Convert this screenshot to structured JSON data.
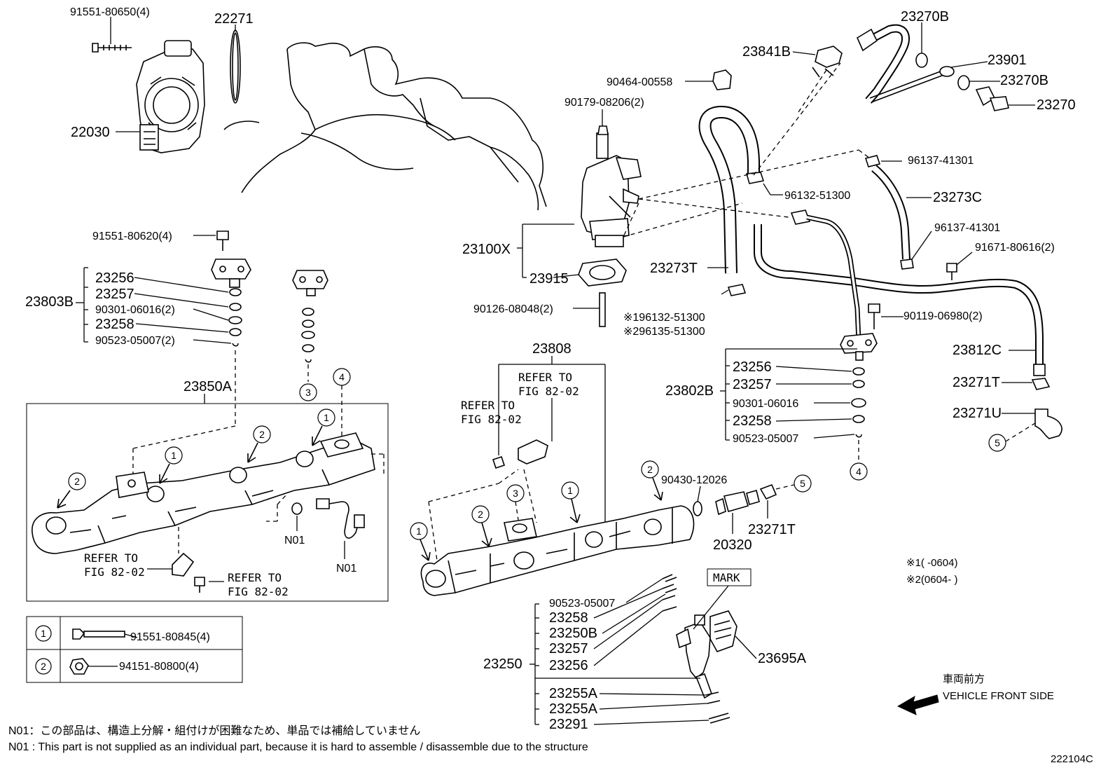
{
  "diagram_code": "222104C",
  "labels": {
    "p91551_80650": "91551-80650(4)",
    "p22271": "22271",
    "p22030": "22030",
    "p91551_80620": "91551-80620(4)",
    "p23803B": "23803B",
    "p23256_a": "23256",
    "p23257_a": "23257",
    "p90301_06016_2": "90301-06016(2)",
    "p23258_a": "23258",
    "p90523_05007_2": "90523-05007(2)",
    "p23850A": "23850A",
    "pN01_a": "N01",
    "pN01_b": "N01",
    "p23270B_a": "23270B",
    "p23841B": "23841B",
    "p23901": "23901",
    "p23270B_b": "23270B",
    "p23270": "23270",
    "p90464_00558": "90464-00558",
    "p90179_08206": "90179-08206(2)",
    "p96137_41301_a": "96137-41301",
    "p96132_51300": "96132-51300",
    "p23273C": "23273C",
    "p96137_41301_b": "96137-41301",
    "p91671_80616": "91671-80616(2)",
    "p23100X": "23100X",
    "p23273T": "23273T",
    "p23915": "23915",
    "p90126_08048": "90126-08048(2)",
    "p196132": "※196132-51300",
    "p296135": "※296135-51300",
    "p90119_06980": "90119-06980(2)",
    "p23812C": "23812C",
    "p23802B": "23802B",
    "p23256_b": "23256",
    "p23257_b": "23257",
    "p90301_06016": "90301-06016",
    "p23258_b": "23258",
    "p90523_05007_b": "90523-05007",
    "p23271T_a": "23271T",
    "p23271U": "23271U",
    "p23808": "23808",
    "p90430_12026": "90430-12026",
    "p20320": "20320",
    "p23271T_b": "23271T",
    "p90523_05007_c": "90523-05007",
    "p23258_c": "23258",
    "p23250B": "23250B",
    "p23257_c": "23257",
    "p23256_c": "23256",
    "p23250": "23250",
    "p23695A": "23695A",
    "p23255A_a": "23255A",
    "p23255A_b": "23255A",
    "p23291": "23291",
    "mark": "MARK",
    "p91551_80845": "91551-80845(4)",
    "p94151_80800": "94151-80800(4)"
  },
  "refer": {
    "refer_to": "REFER TO",
    "fig": "FIG 82-02"
  },
  "date_notes": {
    "n1": "※1(    -0604)",
    "n2": "※2(0604-    )"
  },
  "front": {
    "jp": "車両前方",
    "en": "VEHICLE FRONT SIDE"
  },
  "footnotes": {
    "jp": "N01：この部品は、構造上分解・組付けが困難なため、単品では補給していません",
    "en": "N01 : This part is not supplied as an individual part, because it is hard to assemble / disassemble due to the structure"
  },
  "callouts": {
    "c1": "1",
    "c2": "2",
    "c3": "3",
    "c4": "4",
    "c5": "5"
  }
}
